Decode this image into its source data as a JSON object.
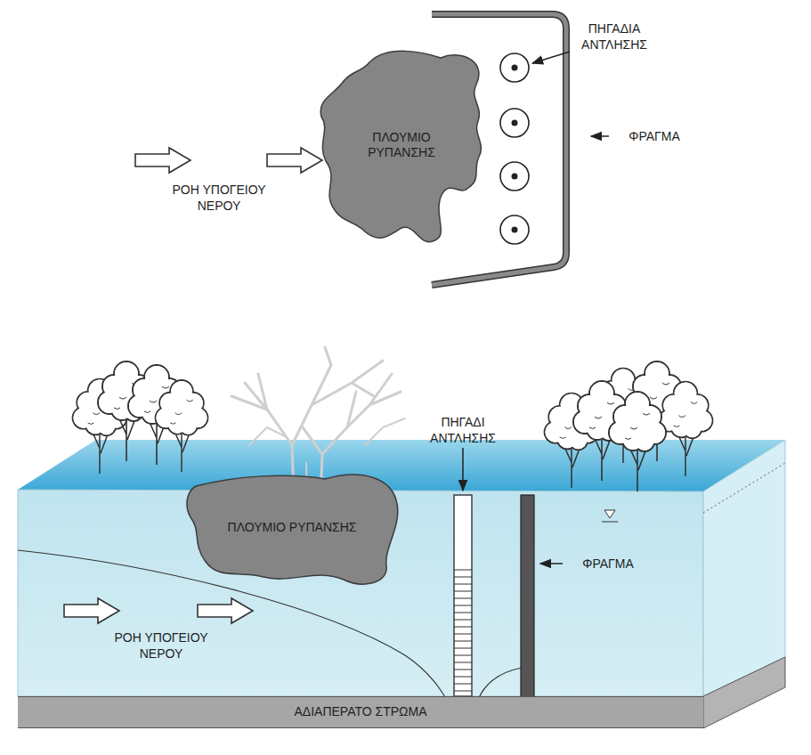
{
  "diagram": {
    "nodes": [
      {
        "text": [
          "ΠΛΟΥΜΙΟ ΡΥΠΑΝΣΗΣ"
        ]
      },
      {
        "text": [
          "ΠΛΟΥΜΙΟ ΡΥΠΑΝΣΗΣ"
        ]
      },
      {
        "text": [
          "ΑΔΙΑΠΕΡΑΤΟ ΣΤΡΩΜΑ"
        ]
      }
    ],
    "labels": [
      "ΠΗΓΑΔΙΑ ΑΝΤΛΗΣΗΣ",
      "ΦΡΑΓΜΑ",
      "ΡΟΗ ΥΠΟΓΕΙΟΥ ΝΕΡΟΥ",
      "ΠΗΓΑΔΙ ΑΝΤΛΗΣΗΣ",
      "ΦΡΑΓΜΑ",
      "ΡΟΗ ΥΠΟΓΕΙΟΥ ΝΕΡΟΥ"
    ]
  }
}
